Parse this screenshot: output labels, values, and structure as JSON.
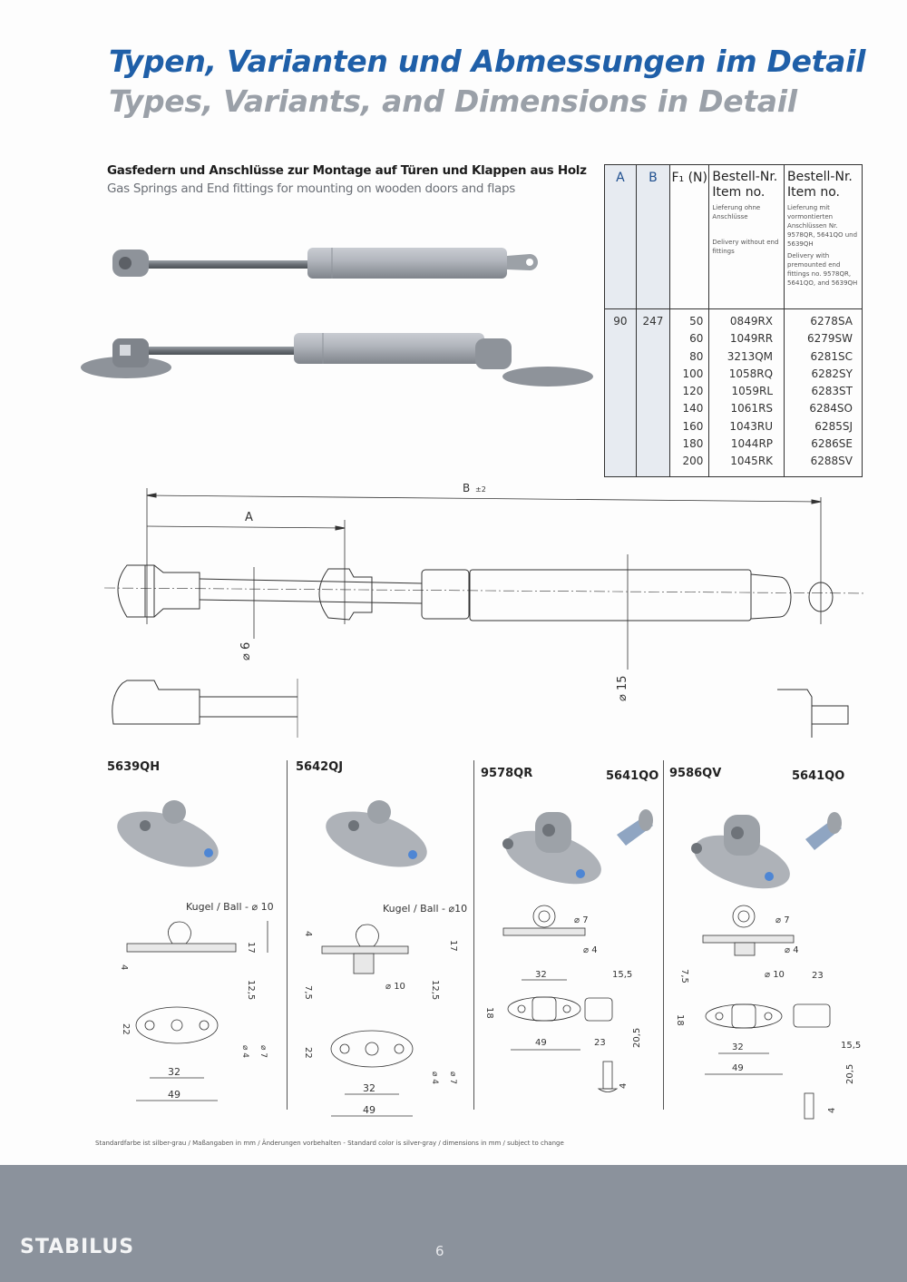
{
  "header": {
    "title_de": "Typen, Varianten und Abmessungen im Detail",
    "title_en": "Types, Variants, and Dimensions in Detail"
  },
  "section": {
    "subtitle_de": "Gasfedern und Anschlüsse zur Montage auf Türen und Klappen aus Holz",
    "subtitle_en": "Gas Springs and End fittings for mounting on wooden doors and flaps"
  },
  "table": {
    "headers": {
      "a": "A",
      "b": "B",
      "f": "F₁ (N)",
      "item1_de": "Bestell-Nr.",
      "item1_en": "Item no.",
      "item1_note_de": "Lieferung ohne Anschlüsse",
      "item1_note_en": "Delivery without end fittings",
      "item2_de": "Bestell-Nr.",
      "item2_en": "Item no.",
      "item2_note_de": "Lieferung mit vormontierten Anschlüssen Nr. 9578QR, 5641QO und 5639QH",
      "item2_note_en": "Delivery with premounted end fittings no. 9578QR, 5641QO, and 5639QH"
    },
    "a_value": "90",
    "b_value": "247",
    "forces": "50\n60\n80\n100\n120\n140\n160\n180\n200",
    "items_without": "0849RX\n1049RR\n3213QM\n1058RQ\n1059RL\n1061RS\n1043RU\n1044RP\n1045RK",
    "items_with": "6278SA\n6279SW\n6281SC\n6282SY\n6283ST\n6284SO\n6285SJ\n6286SE\n6288SV",
    "rows": [
      {
        "f": "50",
        "item_without": "0849RX",
        "item_with": "6278SA"
      },
      {
        "f": "60",
        "item_without": "1049RR",
        "item_with": "6279SW"
      },
      {
        "f": "80",
        "item_without": "3213QM",
        "item_with": "6281SC"
      },
      {
        "f": "100",
        "item_without": "1058RQ",
        "item_with": "6282SY"
      },
      {
        "f": "120",
        "item_without": "1059RL",
        "item_with": "6283ST"
      },
      {
        "f": "140",
        "item_without": "1061RS",
        "item_with": "6284SO"
      },
      {
        "f": "160",
        "item_without": "1043RU",
        "item_with": "6285SJ"
      },
      {
        "f": "180",
        "item_without": "1044RP",
        "item_with": "6286SE"
      },
      {
        "f": "200",
        "item_without": "1045RK",
        "item_with": "6288SV"
      }
    ]
  },
  "drawing": {
    "dim_b": "B",
    "dim_b_tol": "±2",
    "dim_a": "A",
    "rod_dia": "⌀ 6",
    "tube_dia": "⌀ 15"
  },
  "fittings": [
    {
      "code": "5639QH",
      "ball_label": "Kugel / Ball - ⌀ 10",
      "dims": {
        "h1": "17",
        "h2": "12,5",
        "t": "4",
        "w": "22",
        "pitch": "32",
        "len": "49",
        "d1": "⌀ 4",
        "d2": "⌀ 7"
      }
    },
    {
      "code": "5642QJ",
      "ball_label": "Kugel / Ball - ⌀10",
      "dims": {
        "h1": "17",
        "h2": "12,5",
        "t": "4",
        "stem": "7,5",
        "stem_d": "⌀ 10",
        "w": "22",
        "pitch": "32",
        "len": "49",
        "d1": "⌀ 4",
        "d2": "⌀ 7"
      }
    },
    {
      "code": "9578QR",
      "pin_code": "5641QO",
      "dims": {
        "d2": "⌀ 7",
        "d1": "⌀ 4",
        "pitch": "32",
        "w": "18",
        "len": "49",
        "pin_off": "15,5",
        "pin_len": "23",
        "pin_h": "20,5",
        "pin_t": "4"
      }
    },
    {
      "code": "9586QV",
      "pin_code": "5641QO",
      "dims": {
        "d2": "⌀ 7",
        "d1": "⌀ 4",
        "stem": "7,5",
        "stem_d": "⌀ 10",
        "pitch": "32",
        "w": "18",
        "len": "49",
        "pin_off": "15,5",
        "pin_len": "23",
        "pin_h": "20,5",
        "pin_t": "4"
      }
    }
  ],
  "footnote": "Standardfarbe ist silber-grau / Maßangaben in mm / Änderungen vorbehalten - Standard color is silver-gray / dimensions in mm / subject to change",
  "footer": {
    "brand": "STABILUS",
    "page_number": "6"
  },
  "colors": {
    "title_blue": "#1f5fa8",
    "title_gray": "#9aa0a8",
    "footer_band": "#8b929c",
    "table_shade": "#e7ebf1"
  }
}
